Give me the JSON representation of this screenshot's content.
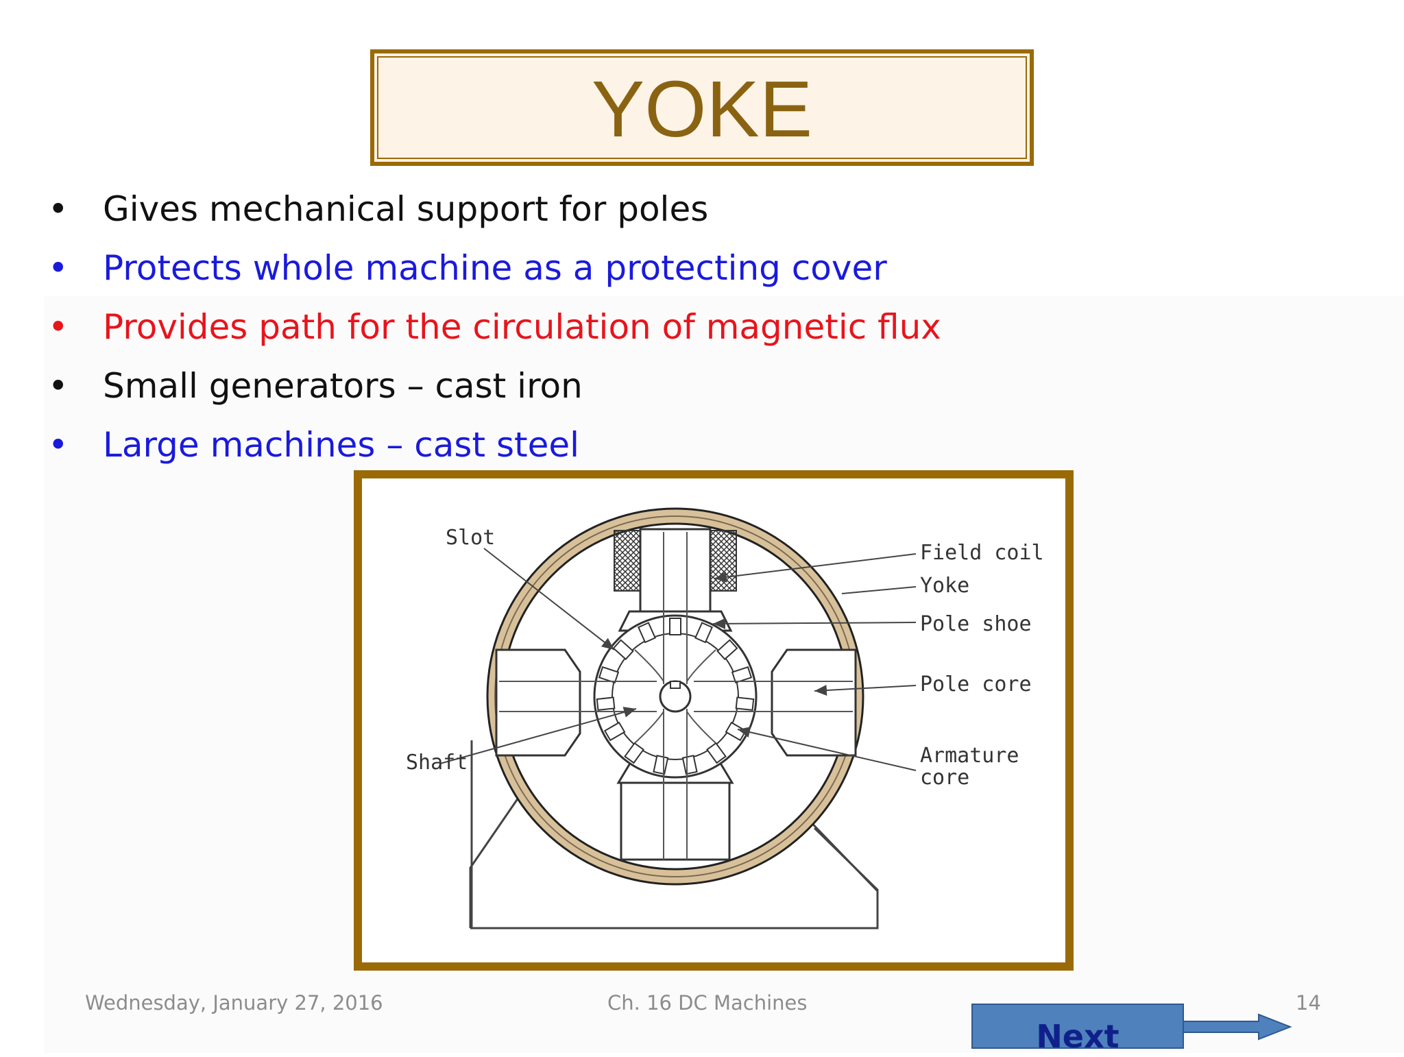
{
  "slide": {
    "title": "YOKE",
    "bullets": [
      {
        "text": "Gives mechanical support for poles",
        "color": "#111111"
      },
      {
        "text": "Protects whole machine as a protecting cover",
        "color": "#1a1adc"
      },
      {
        "text": "Provides path for the circulation of magnetic flux",
        "color": "#e8141c"
      },
      {
        "text": "Small generators – cast iron",
        "color": "#111111"
      },
      {
        "text": "Large machines – cast steel",
        "color": "#1a1adc"
      }
    ],
    "bullet_glyph": "•"
  },
  "figure": {
    "labels": {
      "slot": "Slot",
      "field_coil": "Field coil",
      "yoke": "Yoke",
      "pole_shoe": "Pole shoe",
      "pole_core": "Pole core",
      "armature_core_line1": "Armature",
      "armature_core_line2": "core",
      "shaft": "Shaft"
    },
    "colors": {
      "frame": "#9a6a06",
      "yoke_fill": "#d8c19a"
    }
  },
  "footer": {
    "date": "Wednesday, January 27, 2016",
    "chapter": "Ch. 16 DC Machines",
    "page_number": "14"
  },
  "nav": {
    "next_label": "Next",
    "next_icon": "right-arrow-icon",
    "button_color": "#4f81bd"
  }
}
